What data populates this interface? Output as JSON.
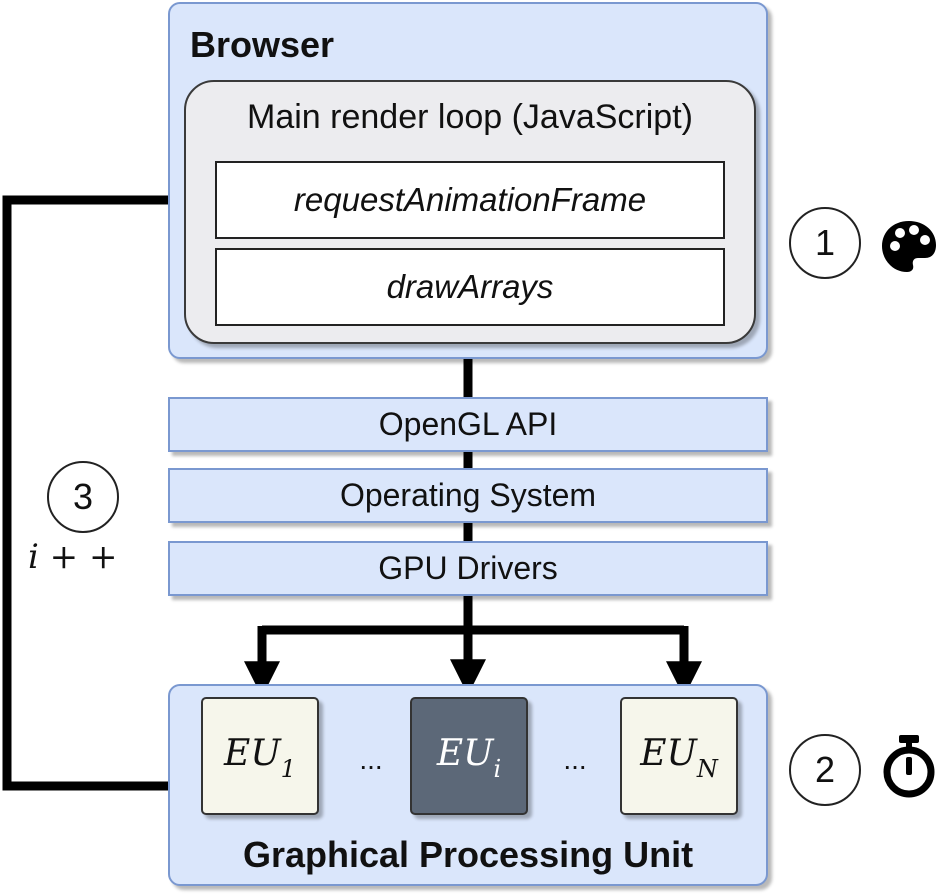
{
  "browser": {
    "title": "Browser"
  },
  "render_loop": {
    "title": "Main render loop (JavaScript)",
    "calls": [
      "requestAnimationFrame",
      "drawArrays"
    ]
  },
  "layers": [
    "OpenGL API",
    "Operating System",
    "GPU Drivers"
  ],
  "gpu": {
    "title": "Graphical Processing Unit",
    "units": [
      {
        "base": "EU",
        "sub": "1"
      },
      {
        "base": "EU",
        "sub": "i"
      },
      {
        "base": "EU",
        "sub": "N"
      }
    ],
    "ellipsis": "..."
  },
  "steps": {
    "one": "1",
    "two": "2",
    "three": "3",
    "increment": "i + +"
  },
  "icons": {
    "step1": "palette-icon",
    "step2": "stopwatch-icon"
  },
  "colors": {
    "container_fill": "#dae6fb",
    "container_border": "#7a98d0",
    "active_unit": "#5c6878",
    "idle_unit": "#f6f6eb"
  }
}
